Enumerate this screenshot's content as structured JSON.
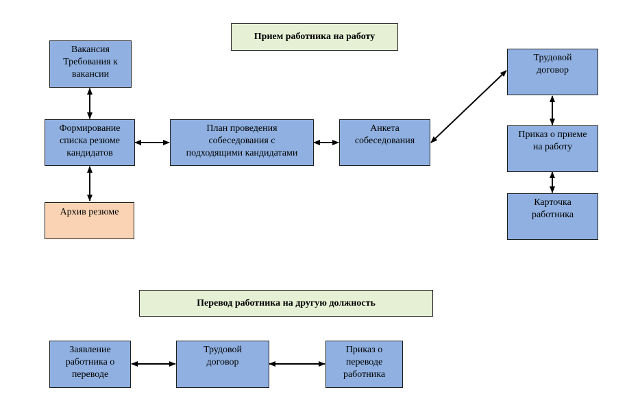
{
  "titles": {
    "hire": "Прием работника на работу",
    "transfer": "Перевод работника на другую должность"
  },
  "hire": {
    "vacancy": "Вакансия\nТребования к\nвакансии",
    "resume_list": "Формирование\nсписка резюме\nкандидатов",
    "archive": "Архив резюме",
    "interview_plan": "План проведения\nсобеседования с\nподходящими кандидатами",
    "questionnaire": "Анкета\nсобеседования",
    "contract": "Трудовой\nдоговор",
    "hire_order": "Приказ о приеме\nна работу",
    "employee_card": "Карточка\nработника"
  },
  "transfer": {
    "application": "Заявление\nработника о\nпереводе",
    "contract": "Трудовой\nдоговор",
    "transfer_order": "Приказ о\nпереводе\nработника"
  },
  "colors": {
    "box_fill": "#8fb0e0",
    "archive_fill": "#f9d3b3",
    "title_fill": "#e6f0d4",
    "arrow": "#000000"
  }
}
